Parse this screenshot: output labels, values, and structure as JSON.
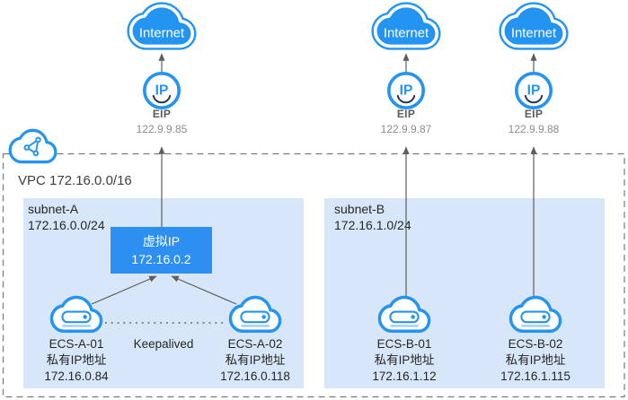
{
  "colors": {
    "primary_blue": "#2394f2",
    "vip_box_blue": "#2e8ff2",
    "subnet_fill": "#d7e7f9",
    "line_gray": "#5e5e5e",
    "border_gray": "#787878",
    "text_dark": "#262626",
    "text_gray": "#8c8c8c"
  },
  "icons": {
    "internet": "internet-cloud-icon",
    "eip": "ip-circle-icon",
    "ecs": "ecs-server-cloud-icon",
    "vpc": "vpc-network-cloud-icon",
    "eip_text": "IP"
  },
  "internet_columns": [
    {
      "cloud_label": "Internet",
      "eip_label": "EIP",
      "eip_address": "122.9.9.85"
    },
    {
      "cloud_label": "Internet",
      "eip_label": "EIP",
      "eip_address": "122.9.9.87"
    },
    {
      "cloud_label": "Internet",
      "eip_label": "EIP",
      "eip_address": "122.9.9.88"
    }
  ],
  "vpc": {
    "label": "VPC 172.16.0.0/16"
  },
  "subnet_a": {
    "name": "subnet-A",
    "cidr": "172.16.0.0/24"
  },
  "subnet_b": {
    "name": "subnet-B",
    "cidr": "172.16.1.0/24"
  },
  "virtual_ip": {
    "name": "虚拟IP",
    "address": "172.16.0.2"
  },
  "keepalived": {
    "label": "Keepalived"
  },
  "ecs": [
    {
      "name": "ECS-A-01",
      "private_ip_label": "私有IP地址",
      "private_ip": "172.16.0.84"
    },
    {
      "name": "ECS-A-02",
      "private_ip_label": "私有IP地址",
      "private_ip": "172.16.0.118"
    },
    {
      "name": "ECS-B-01",
      "private_ip_label": "私有IP地址",
      "private_ip": "172.16.1.12"
    },
    {
      "name": "ECS-B-02",
      "private_ip_label": "私有IP地址",
      "private_ip": "172.16.1.115"
    }
  ]
}
